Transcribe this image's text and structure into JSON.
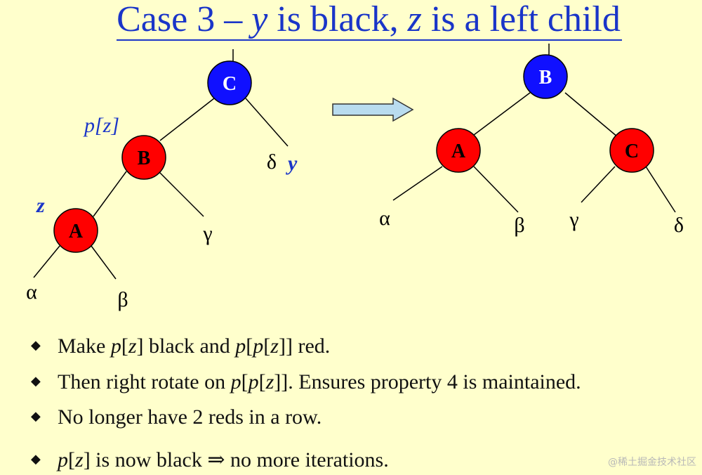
{
  "title": {
    "part1": "Case 3 – ",
    "y": "y",
    "part2": " is black, ",
    "z": "z",
    "part3": " is a left child"
  },
  "nodes": [
    {
      "id": "lc",
      "label": "C",
      "color": "#1010ff"
    },
    {
      "id": "lb",
      "label": "B",
      "color": "#ff0000"
    },
    {
      "id": "la",
      "label": "A",
      "color": "#ff0000"
    },
    {
      "id": "rb",
      "label": "B",
      "color": "#1010ff"
    },
    {
      "id": "ra",
      "label": "A",
      "color": "#ff0000"
    },
    {
      "id": "rc",
      "label": "C",
      "color": "#ff0000"
    }
  ],
  "subtrees": [
    "α",
    "β",
    "γ",
    "δ"
  ],
  "tags": {
    "pz": "p[z]",
    "z": "z",
    "y": "y"
  },
  "bullets": [
    {
      "parts": [
        {
          "t": "Make "
        },
        {
          "t": "p",
          "i": true
        },
        {
          "t": "["
        },
        {
          "t": "z",
          "i": true
        },
        {
          "t": "] black and "
        },
        {
          "t": "p",
          "i": true
        },
        {
          "t": "["
        },
        {
          "t": "p",
          "i": true
        },
        {
          "t": "["
        },
        {
          "t": "z",
          "i": true
        },
        {
          "t": "]] red."
        }
      ]
    },
    {
      "parts": [
        {
          "t": "Then right rotate on "
        },
        {
          "t": "p",
          "i": true
        },
        {
          "t": "["
        },
        {
          "t": "p",
          "i": true
        },
        {
          "t": "["
        },
        {
          "t": "z",
          "i": true
        },
        {
          "t": "]]. Ensures property 4 is maintained."
        }
      ]
    },
    {
      "parts": [
        {
          "t": "No longer have 2 reds in a row."
        }
      ]
    },
    {
      "parts": [
        {
          "t": "p",
          "i": true
        },
        {
          "t": "["
        },
        {
          "t": "z",
          "i": true
        },
        {
          "t": "] is now black ⇒ no more iterations."
        }
      ]
    }
  ],
  "watermark": "@稀土掘金技术社区"
}
